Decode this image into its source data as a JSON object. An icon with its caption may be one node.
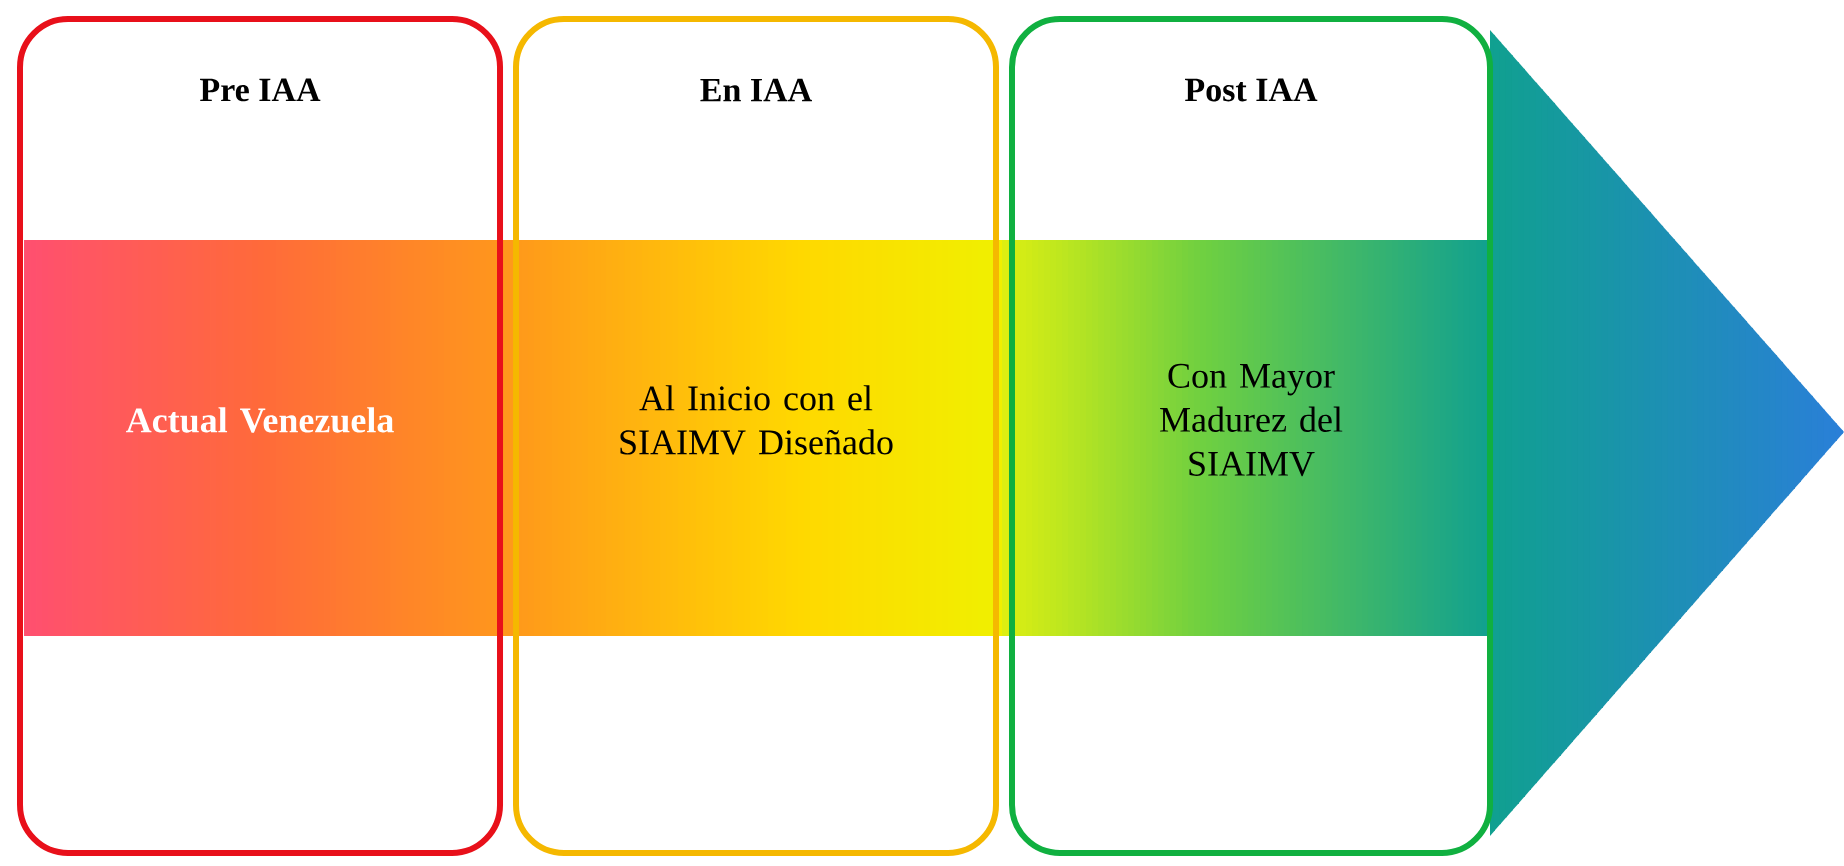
{
  "diagram": {
    "nodes": [
      {
        "text": [
          "Pre IAA",
          "Actual Venezuela"
        ]
      },
      {
        "text": [
          "En IAA",
          "Al Inicio con el SIAIMV Diseñado"
        ]
      },
      {
        "text": [
          "Post IAA",
          "Con Mayor Madurez del SIAIMV"
        ]
      }
    ]
  }
}
